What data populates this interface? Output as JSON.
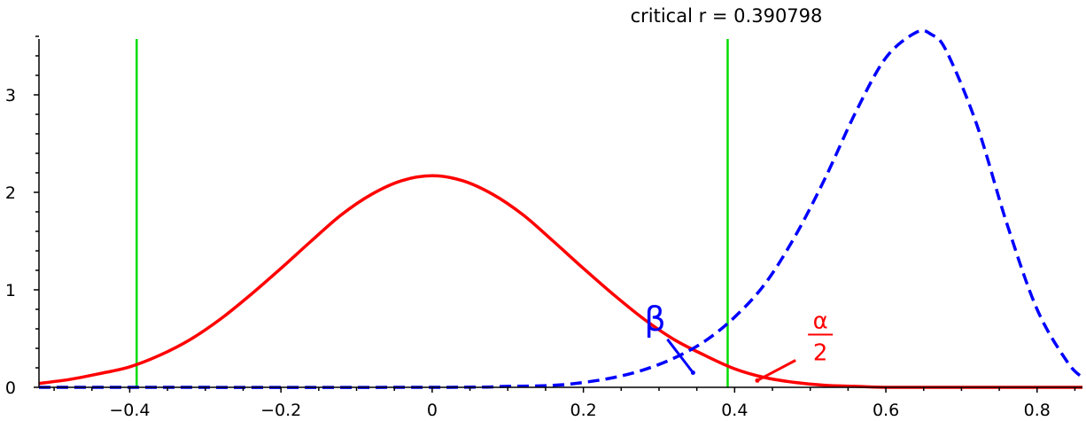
{
  "chart_data": {
    "type": "line",
    "title": "critical r =  0.390798",
    "xlabel": "",
    "ylabel": "",
    "xlim": [
      -0.52,
      0.86
    ],
    "ylim": [
      0,
      3.7
    ],
    "x_ticks": [
      -0.4,
      -0.2,
      0,
      0.2,
      0.4,
      0.6,
      0.8
    ],
    "x_tick_labels": [
      "−0.4",
      "−0.2",
      "0",
      "0.2",
      "0.4",
      "0.6",
      "0.8"
    ],
    "y_ticks": [
      0,
      1,
      2,
      3
    ],
    "y_tick_labels": [
      "0",
      "1",
      "2",
      "3"
    ],
    "grid": false,
    "legend": "none",
    "series": [
      {
        "style": "solid",
        "color": "#ff0000",
        "x": [
          -0.52,
          -0.48,
          -0.44,
          -0.4,
          -0.36,
          -0.32,
          -0.28,
          -0.24,
          -0.2,
          -0.16,
          -0.12,
          -0.08,
          -0.04,
          0,
          0.04,
          0.08,
          0.12,
          0.16,
          0.2,
          0.24,
          0.28,
          0.32,
          0.36,
          0.4,
          0.44,
          0.48,
          0.52,
          0.56,
          0.6,
          0.7,
          0.86
        ],
        "y": [
          0.04,
          0.08,
          0.14,
          0.21,
          0.33,
          0.49,
          0.7,
          0.95,
          1.22,
          1.5,
          1.77,
          1.98,
          2.12,
          2.17,
          2.12,
          1.98,
          1.77,
          1.5,
          1.22,
          0.95,
          0.7,
          0.49,
          0.33,
          0.19,
          0.1,
          0.05,
          0.02,
          0.01,
          0.0,
          0.0,
          0.0
        ]
      },
      {
        "style": "dashed",
        "color": "#0000ff",
        "x": [
          -0.52,
          0.0,
          0.1,
          0.16,
          0.2,
          0.24,
          0.28,
          0.32,
          0.36,
          0.4,
          0.44,
          0.48,
          0.52,
          0.56,
          0.6,
          0.64,
          0.66,
          0.68,
          0.72,
          0.76,
          0.8,
          0.84,
          0.86
        ],
        "y": [
          0.0,
          0.0,
          0.01,
          0.02,
          0.05,
          0.1,
          0.18,
          0.3,
          0.47,
          0.72,
          1.06,
          1.55,
          2.15,
          2.82,
          3.38,
          3.64,
          3.62,
          3.45,
          2.7,
          1.68,
          0.8,
          0.26,
          0.1
        ]
      }
    ],
    "vlines": [
      {
        "x": -0.390798,
        "color": "#00dd00"
      },
      {
        "x": 0.390798,
        "color": "#00dd00"
      }
    ],
    "annotations": [
      {
        "symbol": "β",
        "color": "#0000ff",
        "label_x": 0.29,
        "label_y": 0.62,
        "point_x": 0.345,
        "point_y": 0.15
      },
      {
        "numerator": "α",
        "denominator": "2",
        "color": "#ff0000",
        "label_x": 0.49,
        "label_y": 0.55,
        "point_x": 0.43,
        "point_y": 0.07
      }
    ]
  }
}
